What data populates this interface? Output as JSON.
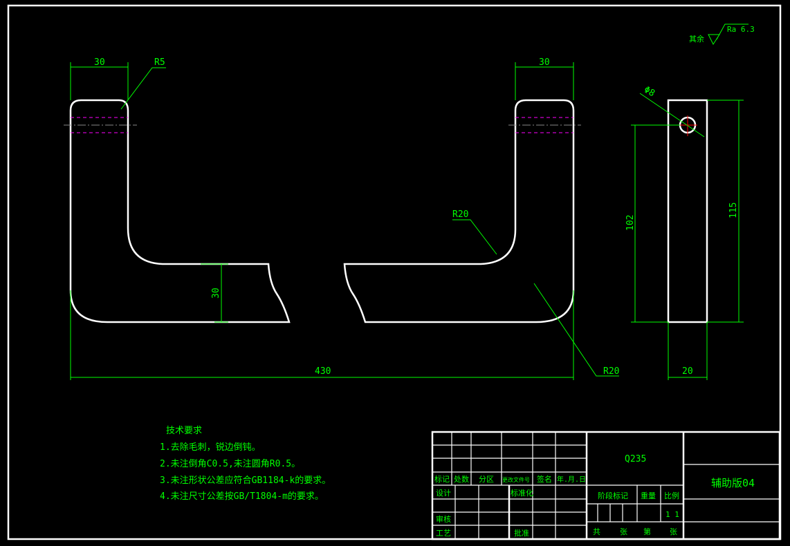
{
  "roughness": {
    "label": "其余",
    "value": "Ra 6.3"
  },
  "dimensions": {
    "left_width": "30",
    "left_radius": "R5",
    "thickness": "30",
    "overall_length": "430",
    "right_width": "30",
    "inner_radius": "R20",
    "outer_radius": "R20",
    "hole_dia": "Φ8",
    "hole_height": "102",
    "total_height": "115",
    "side_width": "20"
  },
  "notes": {
    "title": "技术要求",
    "items": [
      "1.去除毛刺，锐边倒钝。",
      "2.未注倒角C0.5,未注圆角R0.5。",
      "3.未注形状公差应符合GB1184-k的要求。",
      "4.未注尺寸公差按GB/T1804-m的要求。"
    ]
  },
  "title_block": {
    "rev_headers": [
      "标记",
      "处数",
      "分区",
      "更改文件号",
      "签名",
      "年.月.日"
    ],
    "design": "设计",
    "standardize": "标准化",
    "review": "审核",
    "process": "工艺",
    "approve": "批准",
    "material": "Q235",
    "stage_mark": "阶段标记",
    "weight": "重量",
    "scale": "比例",
    "scale_value": "1 1",
    "total": "共",
    "sheets": "张",
    "sheet_no": "第",
    "sheet": "张",
    "drawing_name": "辅助版04"
  }
}
